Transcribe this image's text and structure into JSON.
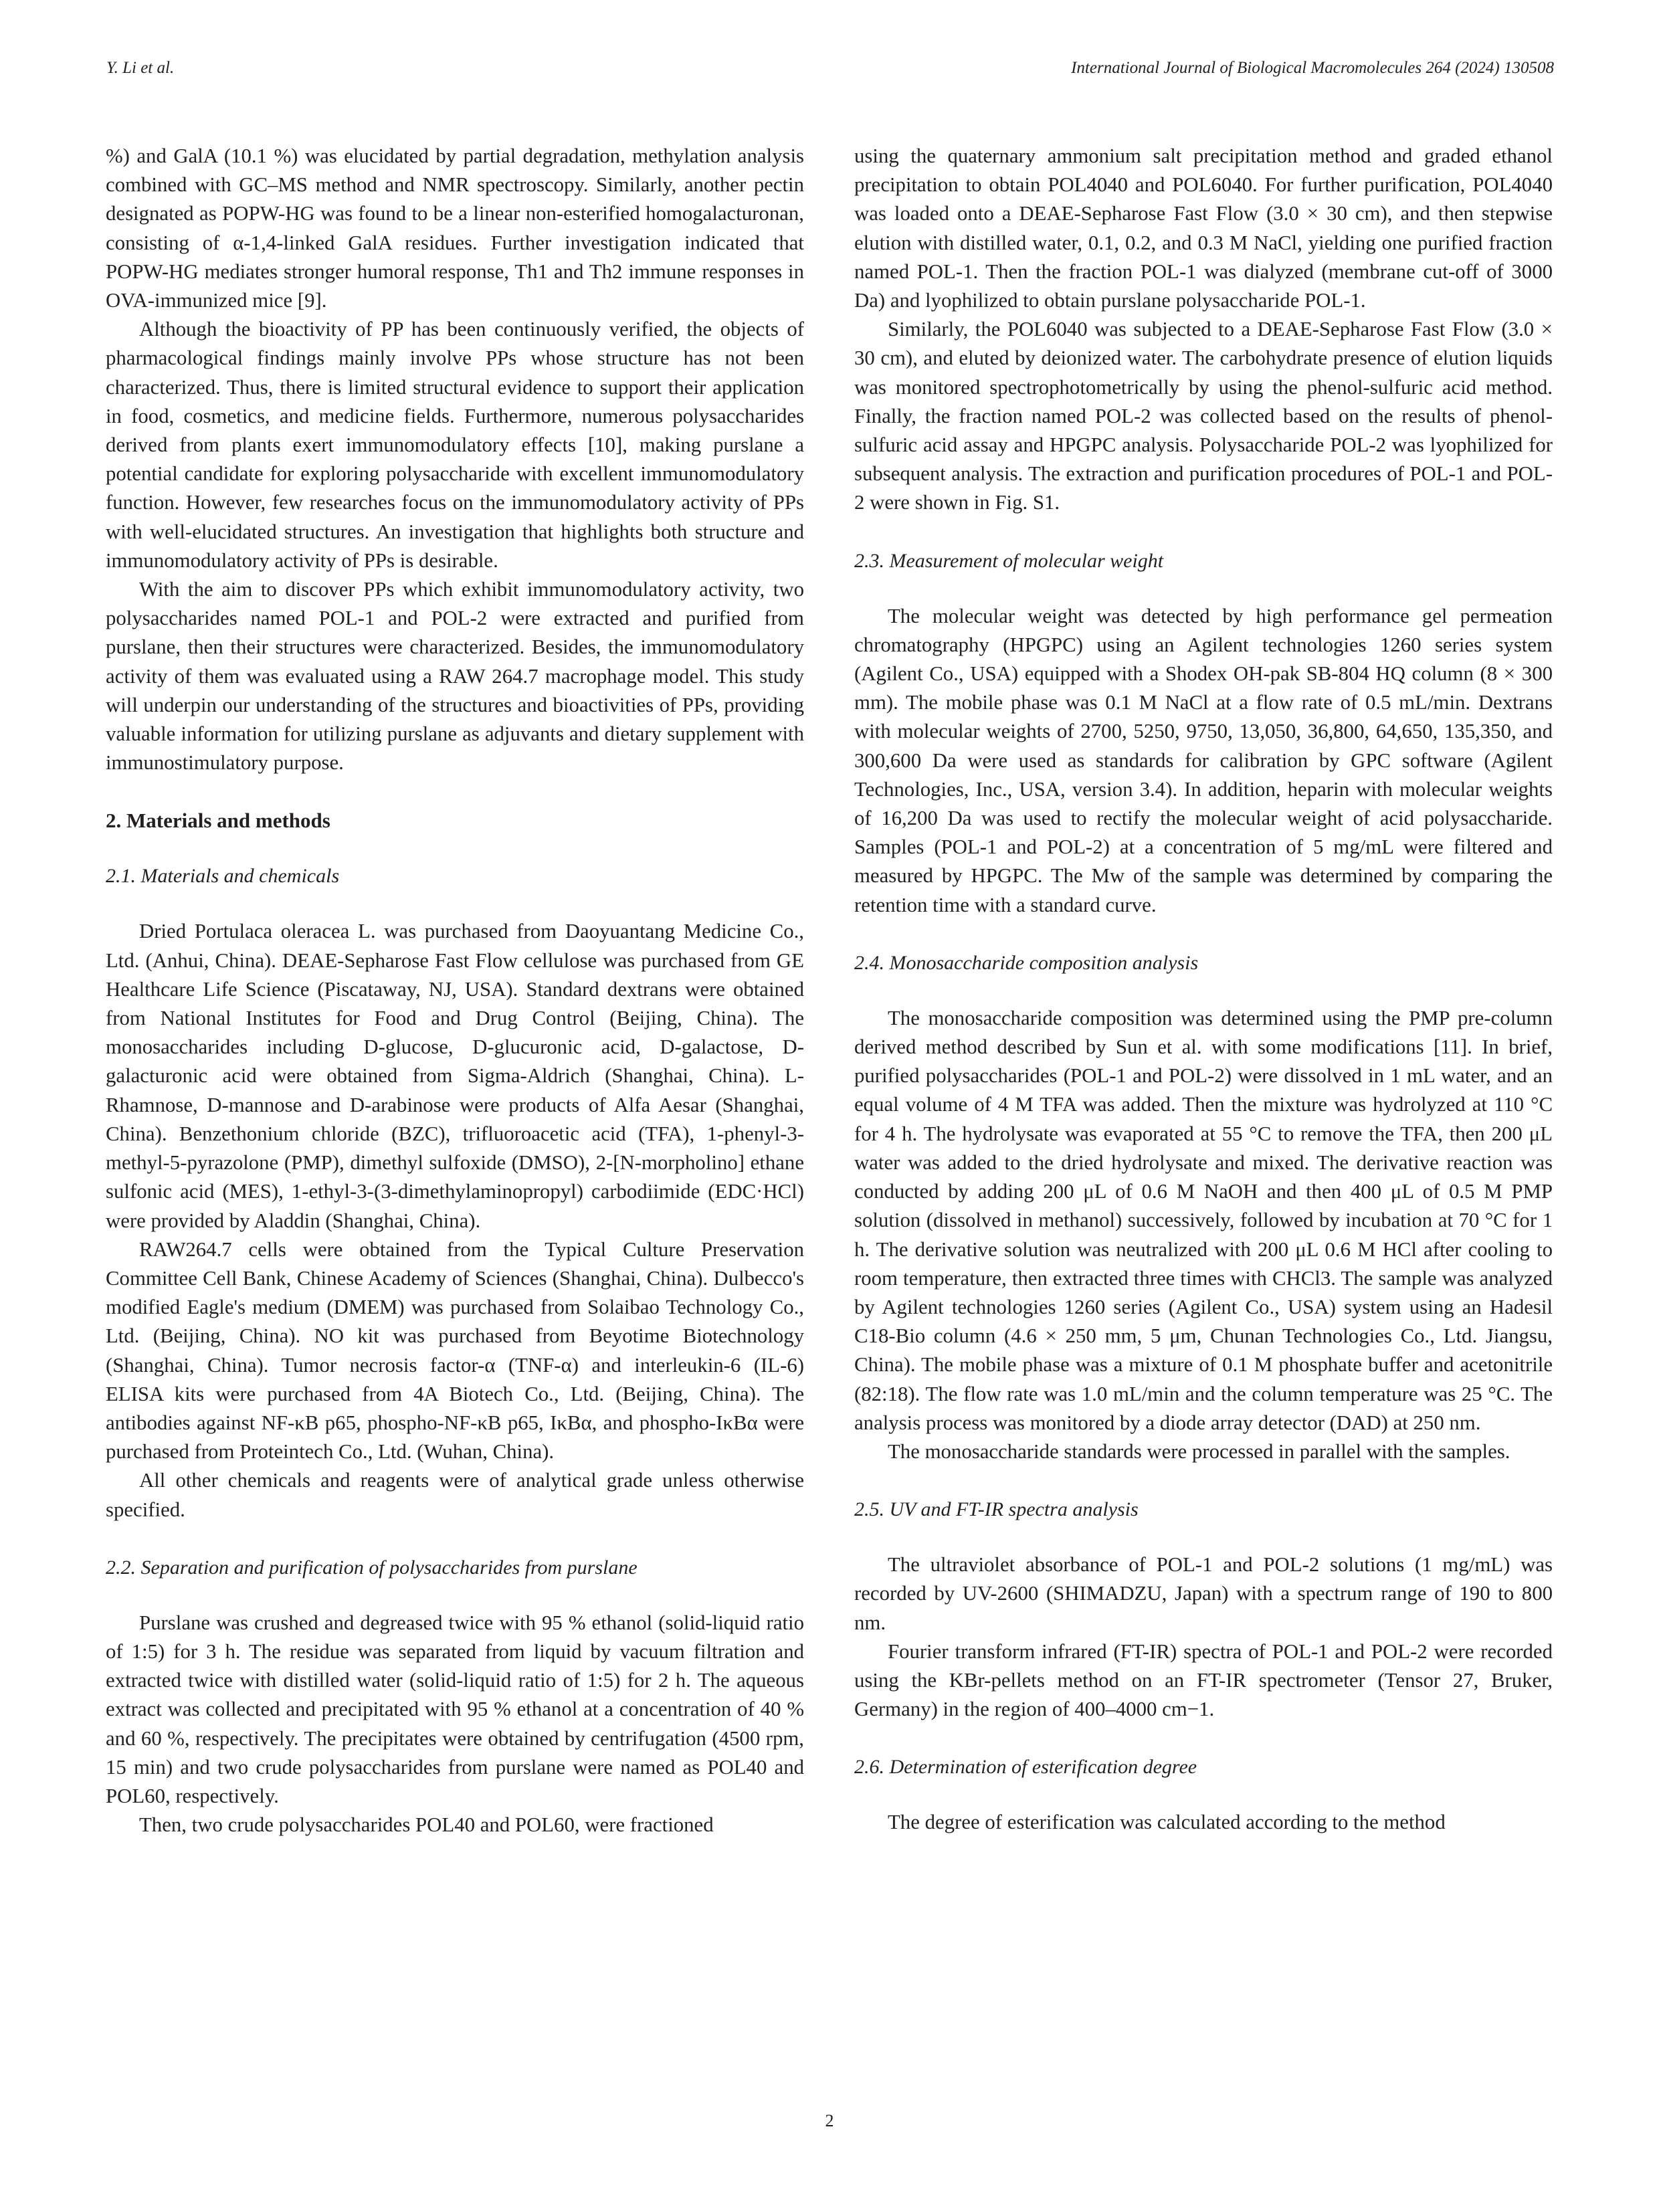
{
  "header": {
    "authors": "Y. Li et al.",
    "journal": "International Journal of Biological Macromolecules 264 (2024) 130508"
  },
  "page_number": "2",
  "left": {
    "p1": "%) and GalA (10.1 %) was elucidated by partial degradation, methylation analysis combined with GC–MS method and NMR spectroscopy. Similarly, another pectin designated as POPW-HG was found to be a linear non-esterified homogalacturonan, consisting of α-1,4-linked GalA residues. Further investigation indicated that POPW-HG mediates stronger humoral response, Th1 and Th2 immune responses in OVA-immunized mice [9].",
    "p2": "Although the bioactivity of PP has been continuously verified, the objects of pharmacological findings mainly involve PPs whose structure has not been characterized. Thus, there is limited structural evidence to support their application in food, cosmetics, and medicine fields. Furthermore, numerous polysaccharides derived from plants exert immunomodulatory effects [10], making purslane a potential candidate for exploring polysaccharide with excellent immunomodulatory function. However, few researches focus on the immunomodulatory activity of PPs with well-elucidated structures. An investigation that highlights both structure and immunomodulatory activity of PPs is desirable.",
    "p3": "With the aim to discover PPs which exhibit immunomodulatory activity, two polysaccharides named POL-1 and POL-2 were extracted and purified from purslane, then their structures were characterized. Besides, the immunomodulatory activity of them was evaluated using a RAW 264.7 macrophage model. This study will underpin our understanding of the structures and bioactivities of PPs, providing valuable information for utilizing purslane as adjuvants and dietary supplement with immunostimulatory purpose.",
    "h_materials": "2. Materials and methods",
    "h_2_1": "2.1. Materials and chemicals",
    "p4": "Dried Portulaca oleracea L. was purchased from Daoyuantang Medicine Co., Ltd. (Anhui, China). DEAE-Sepharose Fast Flow cellulose was purchased from GE Healthcare Life Science (Piscataway, NJ, USA). Standard dextrans were obtained from National Institutes for Food and Drug Control (Beijing, China). The monosaccharides including D-glucose, D-glucuronic acid, D-galactose, D-galacturonic acid were obtained from Sigma-Aldrich (Shanghai, China). L-Rhamnose, D-mannose and D-arabinose were products of Alfa Aesar (Shanghai, China). Benzethonium chloride (BZC), trifluoroacetic acid (TFA), 1-phenyl-3-methyl-5-pyrazolone (PMP), dimethyl sulfoxide (DMSO), 2-[N-morpholino] ethane sulfonic acid (MES), 1-ethyl-3-(3-dimethylaminopropyl) carbodiimide (EDC·HCl) were provided by Aladdin (Shanghai, China).",
    "p5": "RAW264.7 cells were obtained from the Typical Culture Preservation Committee Cell Bank, Chinese Academy of Sciences (Shanghai, China). Dulbecco's modified Eagle's medium (DMEM) was purchased from Solaibao Technology Co., Ltd. (Beijing, China). NO kit was purchased from Beyotime Biotechnology (Shanghai, China). Tumor necrosis factor-α (TNF-α) and interleukin-6 (IL-6) ELISA kits were purchased from 4A Biotech Co., Ltd. (Beijing, China). The antibodies against NF-κB p65, phospho-NF-κB p65, IκBα, and phospho-IκBα were purchased from Proteintech Co., Ltd. (Wuhan, China).",
    "p6": "All other chemicals and reagents were of analytical grade unless otherwise specified.",
    "h_2_2": "2.2. Separation and purification of polysaccharides from purslane",
    "p7": "Purslane was crushed and degreased twice with 95 % ethanol (solid-liquid ratio of 1:5) for 3 h. The residue was separated from liquid by vacuum filtration and extracted twice with distilled water (solid-liquid ratio of 1:5) for 2 h. The aqueous extract was collected and precipitated with 95 % ethanol at a concentration of 40 % and 60 %, respectively. The precipitates were obtained by centrifugation (4500 rpm, 15 min) and two crude polysaccharides from purslane were named as POL40 and POL60, respectively.",
    "p8": "Then, two crude polysaccharides POL40 and POL60, were fractioned"
  },
  "right": {
    "p1": "using the quaternary ammonium salt precipitation method and graded ethanol precipitation to obtain POL4040 and POL6040. For further purification, POL4040 was loaded onto a DEAE-Sepharose Fast Flow (3.0 × 30 cm), and then stepwise elution with distilled water, 0.1, 0.2, and 0.3 M NaCl, yielding one purified fraction named POL-1. Then the fraction POL-1 was dialyzed (membrane cut-off of 3000 Da) and lyophilized to obtain purslane polysaccharide POL-1.",
    "p2": "Similarly, the POL6040 was subjected to a DEAE-Sepharose Fast Flow (3.0 × 30 cm), and eluted by deionized water. The carbohydrate presence of elution liquids was monitored spectrophotometrically by using the phenol-sulfuric acid method. Finally, the fraction named POL-2 was collected based on the results of phenol-sulfuric acid assay and HPGPC analysis. Polysaccharide POL-2 was lyophilized for subsequent analysis. The extraction and purification procedures of POL-1 and POL-2 were shown in Fig. S1.",
    "h_2_3": "2.3. Measurement of molecular weight",
    "p3": "The molecular weight was detected by high performance gel permeation chromatography (HPGPC) using an Agilent technologies 1260 series system (Agilent Co., USA) equipped with a Shodex OH-pak SB-804 HQ column (8 × 300 mm). The mobile phase was 0.1 M NaCl at a flow rate of 0.5 mL/min. Dextrans with molecular weights of 2700, 5250, 9750, 13,050, 36,800, 64,650, 135,350, and 300,600 Da were used as standards for calibration by GPC software (Agilent Technologies, Inc., USA, version 3.4). In addition, heparin with molecular weights of 16,200 Da was used to rectify the molecular weight of acid polysaccharide. Samples (POL-1 and POL-2) at a concentration of 5 mg/mL were filtered and measured by HPGPC. The Mw of the sample was determined by comparing the retention time with a standard curve.",
    "h_2_4": "2.4. Monosaccharide composition analysis",
    "p4": "The monosaccharide composition was determined using the PMP pre-column derived method described by Sun et al. with some modifications [11]. In brief, purified polysaccharides (POL-1 and POL-2) were dissolved in 1 mL water, and an equal volume of 4 M TFA was added. Then the mixture was hydrolyzed at 110 °C for 4 h. The hydrolysate was evaporated at 55 °C to remove the TFA, then 200 μL water was added to the dried hydrolysate and mixed. The derivative reaction was conducted by adding 200 μL of 0.6 M NaOH and then 400 μL of 0.5 M PMP solution (dissolved in methanol) successively, followed by incubation at 70 °C for 1 h. The derivative solution was neutralized with 200 μL 0.6 M HCl after cooling to room temperature, then extracted three times with CHCl3. The sample was analyzed by Agilent technologies 1260 series (Agilent Co., USA) system using an Hadesil C18-Bio column (4.6 × 250 mm, 5 μm, Chunan Technologies Co., Ltd. Jiangsu, China). The mobile phase was a mixture of 0.1 M phosphate buffer and acetonitrile (82:18). The flow rate was 1.0 mL/min and the column temperature was 25 °C. The analysis process was monitored by a diode array detector (DAD) at 250 nm.",
    "p5": "The monosaccharide standards were processed in parallel with the samples.",
    "h_2_5": "2.5. UV and FT-IR spectra analysis",
    "p6": "The ultraviolet absorbance of POL-1 and POL-2 solutions (1 mg/mL) was recorded by UV-2600 (SHIMADZU, Japan) with a spectrum range of 190 to 800 nm.",
    "p7": "Fourier transform infrared (FT-IR) spectra of POL-1 and POL-2 were recorded using the KBr-pellets method on an FT-IR spectrometer (Tensor 27, Bruker, Germany) in the region of 400–4000 cm−1.",
    "h_2_6": "2.6. Determination of esterification degree",
    "p8": "The degree of esterification was calculated according to the method"
  }
}
